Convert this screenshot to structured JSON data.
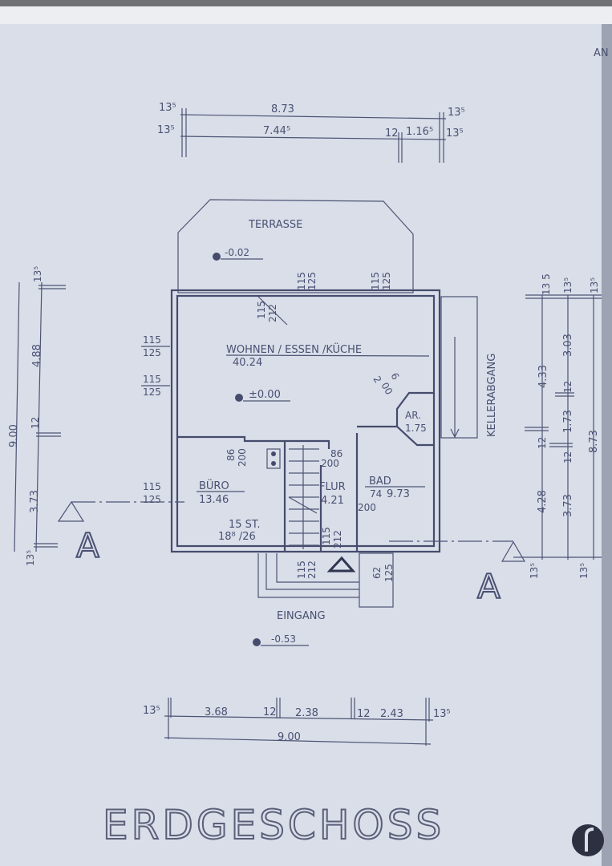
{
  "title": "ERDGESCHOSS",
  "corner_text": "AN",
  "colors": {
    "paper": "#d9dee9",
    "ink": "#4a5172",
    "logo": "#2c3040"
  },
  "terrace": {
    "label": "TERRASSE",
    "level": "-0.02"
  },
  "entrance": {
    "label": "EINGANG",
    "level": "-0.53"
  },
  "basement_stair": {
    "label": "KELLERABGANG"
  },
  "rooms": [
    {
      "name": "WOHNEN / ESSEN /KÜCHE",
      "area": "40.24",
      "level": "±0.00"
    },
    {
      "name": "BÜRO",
      "area": "13.46"
    },
    {
      "name": "FLUR",
      "area": "4.21"
    },
    {
      "name": "BAD",
      "area": "9.73",
      "prefix": "74"
    },
    {
      "name": "AR.",
      "area": "1.75"
    }
  ],
  "stair": {
    "steps": "15 ST.",
    "ratio": "18⁸ /26"
  },
  "openings": {
    "terrace_win1": [
      "115",
      "125"
    ],
    "terrace_win2": [
      "115",
      "125"
    ],
    "living_door": [
      "115",
      "212"
    ],
    "left_win1": [
      "115",
      "125"
    ],
    "left_win2": [
      "115",
      "125"
    ],
    "ar_door": [
      "2",
      "00",
      "6"
    ],
    "buero_door": [
      "86",
      "200"
    ],
    "flur_door": [
      "86",
      "200"
    ],
    "bad_door": [
      "74",
      "200"
    ],
    "buero_win": [
      "115",
      "125"
    ],
    "flur_opening": [
      "115",
      "212"
    ],
    "entry_door": [
      "115",
      "212"
    ],
    "bad_win": [
      "62",
      "125"
    ]
  },
  "section_marker": "A",
  "dims_top": {
    "row1": [
      "13⁵",
      "8.73",
      "13⁵"
    ],
    "row2": [
      "13⁵",
      "7.44⁵",
      "12",
      "1.16⁵",
      "13⁵"
    ]
  },
  "dims_bottom": {
    "row1": [
      "13⁵",
      "3.68",
      "12",
      "2.38",
      "12",
      "2.43",
      "13⁵"
    ],
    "total": "9.00"
  },
  "dims_left": {
    "total": "9.00",
    "parts": [
      "13⁵",
      "4.88",
      "12",
      "3.73",
      "13⁵"
    ]
  },
  "dims_right": {
    "col1": [
      "13 5",
      "4.33",
      "12",
      "4.28",
      "13⁵"
    ],
    "col2": [
      "13⁵",
      "3.03",
      "12",
      "1.73",
      "12",
      "3.73",
      "13⁵"
    ],
    "col3": [
      "13⁵",
      "8.73"
    ]
  }
}
